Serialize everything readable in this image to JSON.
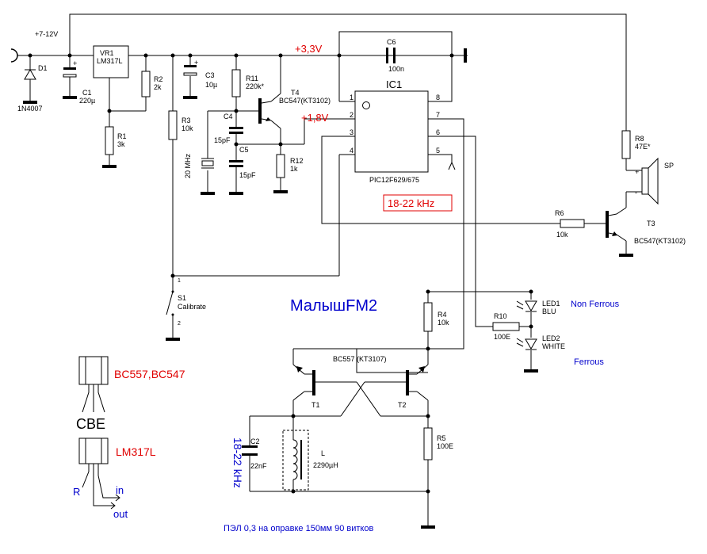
{
  "colors": {
    "wire": "#000000",
    "red": "#e00000",
    "blue": "#0000cc"
  },
  "supply": {
    "label": "+7-12V"
  },
  "d1": {
    "name": "D1",
    "part": "1N4007"
  },
  "c1": {
    "name": "C1",
    "value": "220µ",
    "plus": "+"
  },
  "vr1": {
    "name": "VR1",
    "part": "LM317L"
  },
  "r1": {
    "name": "R1",
    "value": "3k"
  },
  "r2": {
    "name": "R2",
    "value": "2k"
  },
  "r3": {
    "name": "R3",
    "value": "10k"
  },
  "c3": {
    "name": "C3",
    "value": "10µ",
    "plus": "+"
  },
  "rail33": {
    "label": "+3,3V"
  },
  "rail18": {
    "label": "+1,8V"
  },
  "r11": {
    "name": "R11",
    "value": "220k*"
  },
  "t4": {
    "name": "T4",
    "part": "BC547(KT3102)"
  },
  "c4": {
    "name": "C4",
    "value": "15pF"
  },
  "c5": {
    "name": "C5",
    "value": "15pF"
  },
  "xtal": {
    "label": "20 MHz"
  },
  "r12": {
    "name": "R12",
    "value": "1k"
  },
  "c6": {
    "name": "C6",
    "value": "100n"
  },
  "ic1": {
    "name": "IC1",
    "part": "PIC12F629/675",
    "pins": [
      "1",
      "2",
      "3",
      "4",
      "5",
      "6",
      "7",
      "8"
    ]
  },
  "freq": {
    "label": "18-22 kHz"
  },
  "r8": {
    "name": "R8",
    "value": "47E*"
  },
  "sp": {
    "name": "SP",
    "plus": "+",
    "minus": "-"
  },
  "r6": {
    "name": "R6",
    "value": "10k"
  },
  "t3": {
    "name": "T3",
    "part": "BC547(KT3102)"
  },
  "s1": {
    "name": "S1",
    "label": "Calibrate",
    "pin1": "1",
    "pin2": "2"
  },
  "title": {
    "text": "МалышFM2"
  },
  "led1": {
    "name": "LED1",
    "color": "BLU",
    "note": "Non Ferrous"
  },
  "led2": {
    "name": "LED2",
    "color": "WHITE",
    "note": "Ferrous"
  },
  "r10": {
    "name": "R10",
    "value": "100E"
  },
  "r4": {
    "name": "R4",
    "value": "10k"
  },
  "t12": {
    "part": "BC557 (KT3107)",
    "t1": "T1",
    "t2": "T2"
  },
  "c2": {
    "name": "C2",
    "value": "22nF"
  },
  "coil": {
    "name": "L",
    "value": "2290µH"
  },
  "r5": {
    "name": "R5",
    "value": "100E"
  },
  "freq_vertical": {
    "label": "18-22 kHz"
  },
  "coil_note": {
    "text": "ПЭЛ 0,3 на оправке 150мм 90 витков"
  },
  "pinout1": {
    "parts": "BC557,BC547",
    "pins": "CBE"
  },
  "pinout2": {
    "part": "LM317L",
    "r": "R",
    "in": "in",
    "out": "out"
  }
}
